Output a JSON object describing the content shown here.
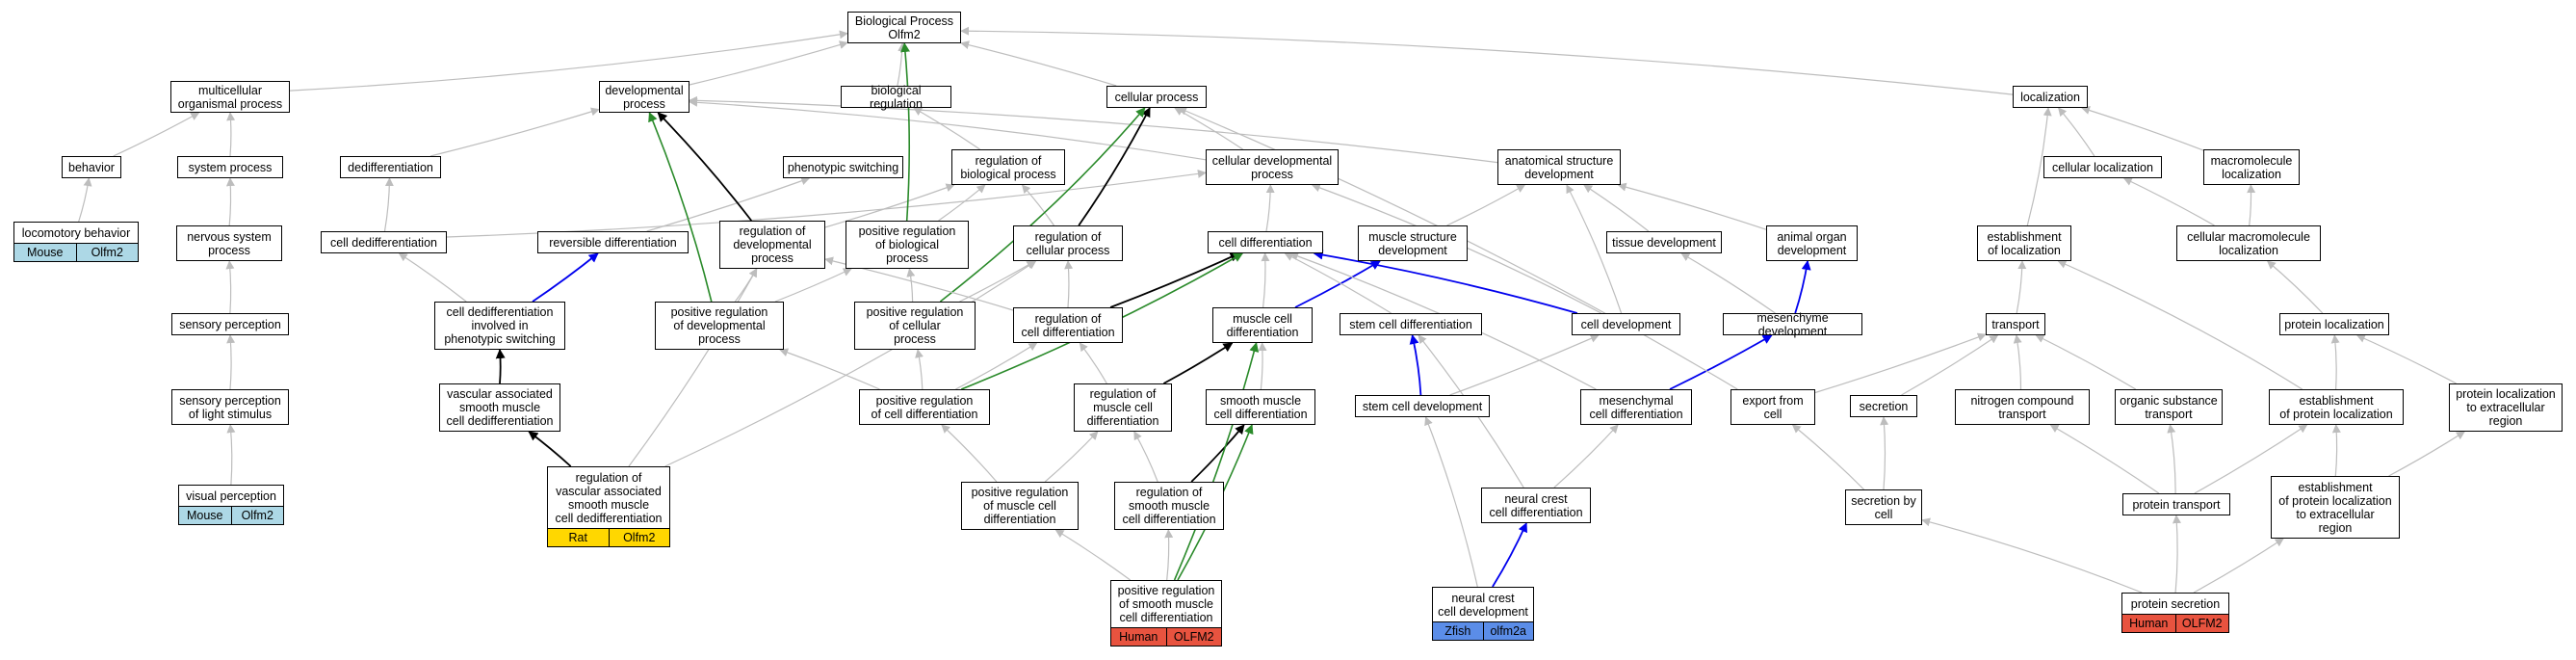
{
  "colors": {
    "mouse": "#add8e6",
    "rat": "#ffd700",
    "human": "#e8533f",
    "zfish": "#5b8de8",
    "gray_edge": "#bdbdbd",
    "black_edge": "#000000",
    "blue_edge": "#0000ee",
    "green_edge": "#2a8a2a"
  },
  "nodes": {
    "bp": "Biological Process\nOlfm2",
    "multicellular": "multicellular\norganismal process",
    "developmental": "developmental\nprocess",
    "bioreg": "biological regulation",
    "cellular": "cellular process",
    "localization": "localization",
    "behavior": "behavior",
    "system": "system process",
    "dediff": "dedifferentiation",
    "phenoswitch": "phenotypic switching",
    "regbio": "regulation of\nbiological process",
    "celldevproc": "cellular developmental\nprocess",
    "anatdev": "anatomical structure\ndevelopment",
    "cellloc": "cellular localization",
    "macroloc": "macromolecule\nlocalization",
    "locomotory": "locomotory behavior",
    "nervous": "nervous system\nprocess",
    "celldediff": "cell dedifferentiation",
    "revdiff": "reversible differentiation",
    "regdev": "regulation of\ndevelopmental\nprocess",
    "posregbio": "positive regulation\nof biological\nprocess",
    "regcellproc": "regulation of\ncellular process",
    "celldiff": "cell differentiation",
    "musclestruct": "muscle structure\ndevelopment",
    "tissuedev": "tissue development",
    "animalorgan": "animal organ\ndevelopment",
    "estloc": "establishment\nof localization",
    "cellmacroloc": "cellular macromolecule\nlocalization",
    "sensory": "sensory perception",
    "celldediffpheno": "cell dedifferentiation\ninvolved in\nphenotypic switching",
    "posregdev": "positive regulation\nof developmental\nprocess",
    "posregcellproc": "positive regulation\nof cellular\nprocess",
    "regcelldiff": "regulation of\ncell differentiation",
    "musclecelldiff": "muscle cell\ndifferentiation",
    "stemcelldiff": "stem cell differentiation",
    "celldevelopment": "cell development",
    "mesenchyme": "mesenchyme development",
    "transport": "transport",
    "proteinloc": "protein localization",
    "sensorylight": "sensory perception\nof light stimulus",
    "vascular": "vascular associated\nsmooth muscle\ncell dedifferentiation",
    "posregcelldiff": "positive regulation\nof cell differentiation",
    "regmusclediff": "regulation of\nmuscle cell\ndifferentiation",
    "smoothdiff": "smooth muscle\ncell differentiation",
    "stemceldev": "stem cell development",
    "mesenchymalcd": "mesenchymal\ncell differentiation",
    "exportcell": "export from\ncell",
    "secretion": "secretion",
    "nitrogen": "nitrogen compound\ntransport",
    "organic": "organic substance\ntransport",
    "estprotloc": "establishment\nof protein localization",
    "protlocextra": "protein localization\nto extracellular\nregion",
    "visual": "visual perception",
    "regvascular": "regulation of\nvascular associated\nsmooth muscle\ncell dedifferentiation",
    "posregmuscle": "positive regulation\nof muscle cell\ndifferentiation",
    "regsmooth": "regulation of\nsmooth muscle\ncell differentiation",
    "neuralcrestdiff": "neural crest\ncell differentiation",
    "secretioncell": "secretion by\ncell",
    "proteintransport": "protein transport",
    "estprotextra": "establishment\nof protein localization\nto extracellular\nregion",
    "posregsmooth": "positive regulation\nof smooth muscle\ncell differentiation",
    "neuralcrestdev": "neural crest\ncell development",
    "proteinsecretion": "protein secretion"
  },
  "annotations": {
    "locomotory": [
      "Mouse",
      "Olfm2"
    ],
    "visual": [
      "Mouse",
      "Olfm2"
    ],
    "regvascular": [
      "Rat",
      "Olfm2"
    ],
    "posregsmooth": [
      "Human",
      "OLFM2"
    ],
    "neuralcrestdev": [
      "Zfish",
      "olfm2a"
    ],
    "proteinsecretion": [
      "Human",
      "OLFM2"
    ]
  },
  "annotation_species_color": {
    "Mouse": "mouse",
    "Rat": "rat",
    "Human": "human",
    "Zfish": "zfish"
  }
}
